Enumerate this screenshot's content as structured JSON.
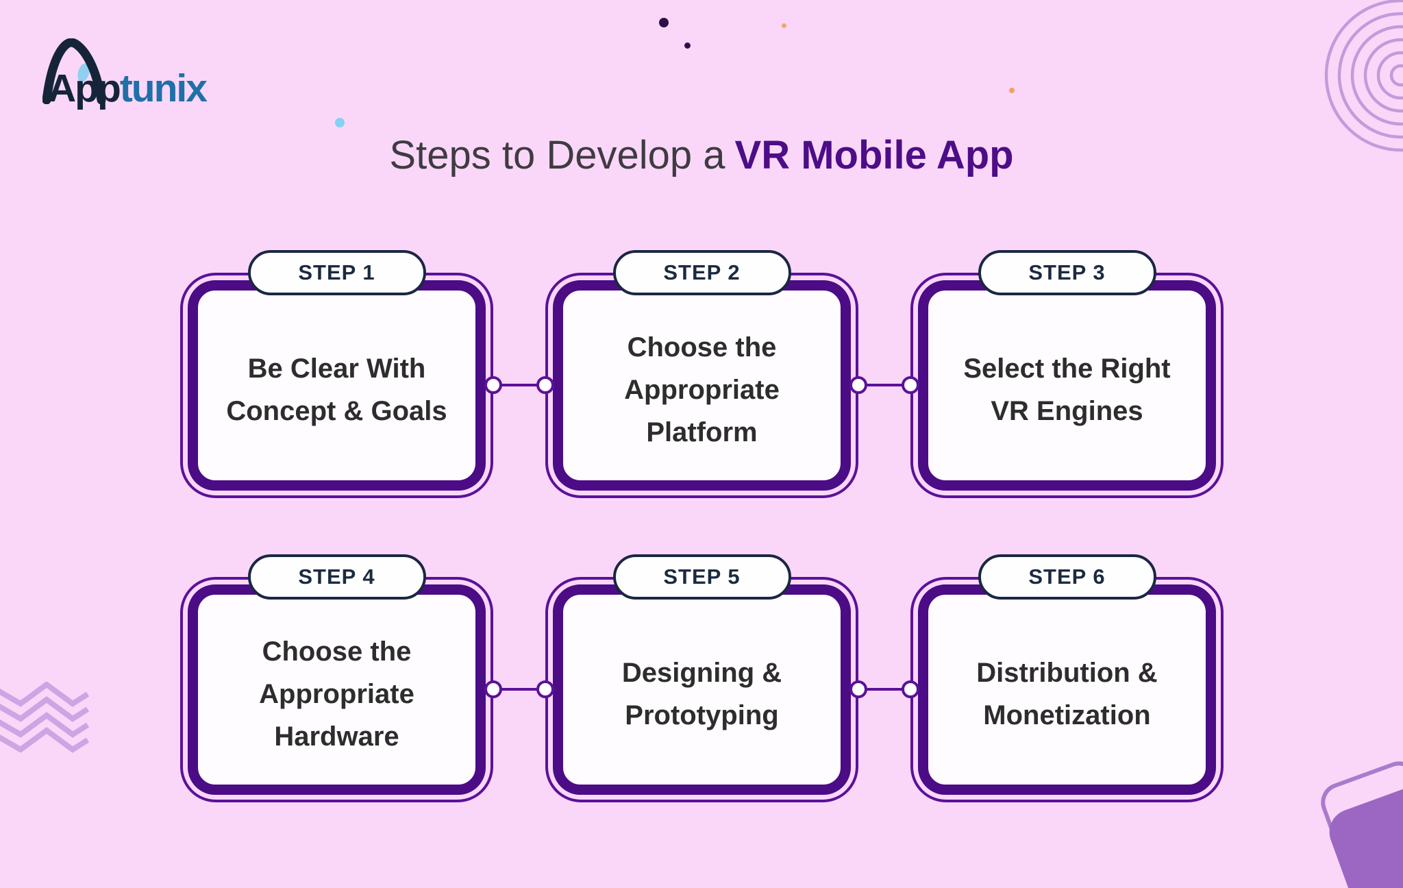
{
  "brand": {
    "name_dark": "App",
    "name_accent": "tunix"
  },
  "title": {
    "prefix": "Steps to Develop a",
    "highlight": "VR Mobile App"
  },
  "steps": [
    {
      "badge": "STEP 1",
      "label": [
        "Be Clear With",
        "Concept & Goals"
      ]
    },
    {
      "badge": "STEP 2",
      "label": [
        "Choose the",
        "Appropriate",
        "Platform"
      ]
    },
    {
      "badge": "STEP 3",
      "label": [
        "Select the Right",
        "VR Engines"
      ]
    },
    {
      "badge": "STEP 4",
      "label": [
        "Choose the",
        "Appropriate",
        "Hardware"
      ]
    },
    {
      "badge": "STEP 5",
      "label": [
        "Designing &",
        "Prototyping"
      ]
    },
    {
      "badge": "STEP 6",
      "label": [
        "Distribution &",
        "Monetization"
      ]
    }
  ],
  "colors": {
    "background": "#FAD7F9",
    "card_fill": "#FEFCFE",
    "card_thick_border": "#4B0C86",
    "card_outline": "#5B1199",
    "badge_border": "#1A2742",
    "badge_text": "#1C2A40",
    "card_text": "#2D2D2D",
    "title_text": "#3F3B42",
    "title_accent": "#4C0D87",
    "logo_dark": "#16243A",
    "logo_accent": "#1F70A8",
    "decor_purple": "#C29BDA",
    "decor_zigzag": "#CEA4E3",
    "decor_square_fill": "#9C67C2",
    "decor_square_outline": "#AA7BCC",
    "dot_navy": "#2B1246",
    "dot_orange": "#F3A46B",
    "dot_blue": "#86D0F3"
  }
}
